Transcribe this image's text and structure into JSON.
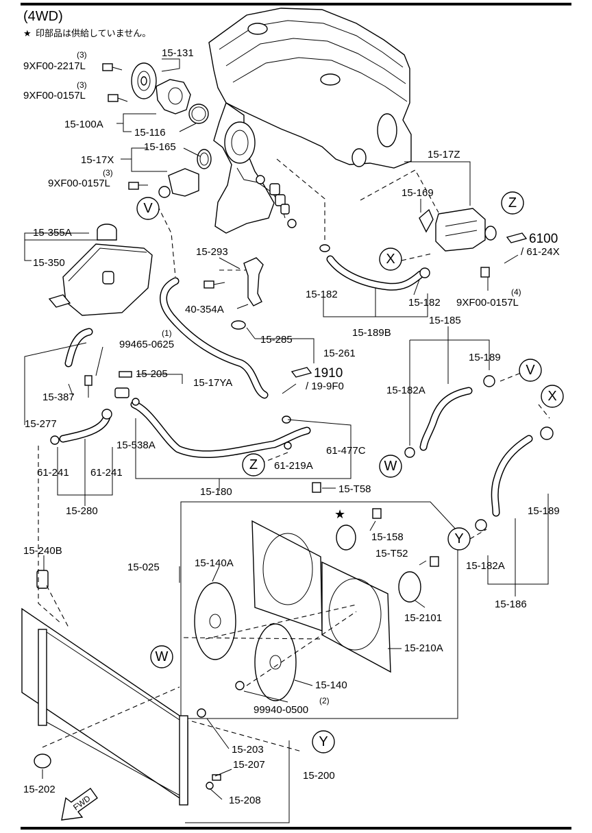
{
  "header": {
    "title": "(4WD)",
    "note": "印部品は供給していません。",
    "note_mark": "★"
  },
  "circle_refs": [
    "V",
    "Z",
    "X",
    "W",
    "Z",
    "Y",
    "X",
    "W",
    "Y"
  ],
  "page_refs": [
    {
      "num": "6100",
      "sub": "/ 61-24X"
    },
    {
      "num": "1910",
      "sub": "/ 19-9F0"
    }
  ],
  "qty": [
    "(3)",
    "(3)",
    "(3)",
    "(4)",
    "(1)",
    "(2)"
  ],
  "labels": {
    "l_9xf00_2217l": "9XF00-2217L",
    "l_15_131": "15-131",
    "l_9xf00_0157l_a": "9XF00-0157L",
    "l_15_100a": "15-100A",
    "l_15_116": "15-116",
    "l_15_165": "15-165",
    "l_15_17x": "15-17X",
    "l_9xf00_0157l_b": "9XF00-0157L",
    "l_15_17z": "15-17Z",
    "l_15_169": "15-169",
    "l_15_355a": "15-355A",
    "l_15_350": "15-350",
    "l_15_293": "15-293",
    "l_40_354a": "40-354A",
    "l_15_182_a": "15-182",
    "l_15_182_b": "15-182",
    "l_9xf00_0157l_c": "9XF00-0157L",
    "l_15_189b": "15-189B",
    "l_15_185": "15-185",
    "l_99465_0625": "99465-0625",
    "l_15_285": "15-285",
    "l_15_261": "15-261",
    "l_15_189_a": "15-189",
    "l_15_205": "15-205",
    "l_15_17ya": "15-17YA",
    "l_15_387": "15-387",
    "l_15_182a_a": "15-182A",
    "l_15_277": "15-277",
    "l_15_538a": "15-538A",
    "l_61_477c": "61-477C",
    "l_61_219a": "61-219A",
    "l_61_241_a": "61-241",
    "l_61_241_b": "61-241",
    "l_15_180": "15-180",
    "l_15_280": "15-280",
    "l_15_t58": "15-T58",
    "l_15_189_b": "15-189",
    "l_15_158": "15-158",
    "l_15_240b": "15-240B",
    "l_15_025": "15-025",
    "l_15_140a": "15-140A",
    "l_15_t52": "15-T52",
    "l_15_182a_b": "15-182A",
    "l_15_2101": "15-2101",
    "l_15_186": "15-186",
    "l_15_210a": "15-210A",
    "l_15_140": "15-140",
    "l_99940_0500": "99940-0500",
    "l_15_203": "15-203",
    "l_15_207": "15-207",
    "l_15_200": "15-200",
    "l_15_202": "15-202",
    "l_15_208": "15-208",
    "l_fwd": "FWD"
  }
}
